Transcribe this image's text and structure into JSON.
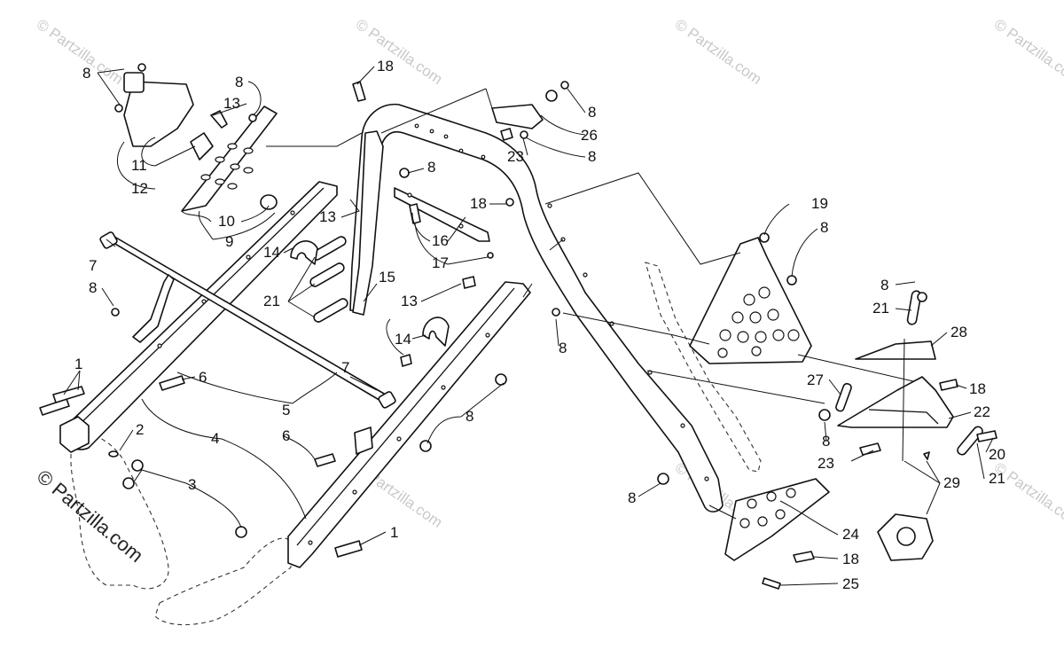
{
  "watermark": "© Partzilla.com",
  "copyright": "© Partzilla.com",
  "callouts": [
    {
      "id": "c8a",
      "text": "8"
    },
    {
      "id": "c8b",
      "text": "8"
    },
    {
      "id": "c13a",
      "text": "13"
    },
    {
      "id": "c11",
      "text": "11"
    },
    {
      "id": "c12",
      "text": "12"
    },
    {
      "id": "c10",
      "text": "10"
    },
    {
      "id": "c9",
      "text": "9"
    },
    {
      "id": "c18a",
      "text": "18"
    },
    {
      "id": "c8c",
      "text": "8"
    },
    {
      "id": "c26",
      "text": "26"
    },
    {
      "id": "c23a",
      "text": "23"
    },
    {
      "id": "c8d",
      "text": "8"
    },
    {
      "id": "c8e",
      "text": "8"
    },
    {
      "id": "c13b",
      "text": "13"
    },
    {
      "id": "c18b",
      "text": "18"
    },
    {
      "id": "c16",
      "text": "16"
    },
    {
      "id": "c17",
      "text": "17"
    },
    {
      "id": "c19",
      "text": "19"
    },
    {
      "id": "c8f",
      "text": "8"
    },
    {
      "id": "c7a",
      "text": "7"
    },
    {
      "id": "c8g",
      "text": "8"
    },
    {
      "id": "c14a",
      "text": "14"
    },
    {
      "id": "c21a",
      "text": "21"
    },
    {
      "id": "c15",
      "text": "15"
    },
    {
      "id": "c13c",
      "text": "13"
    },
    {
      "id": "c14b",
      "text": "14"
    },
    {
      "id": "c8h",
      "text": "8"
    },
    {
      "id": "c8i",
      "text": "8"
    },
    {
      "id": "c21b",
      "text": "21"
    },
    {
      "id": "c28",
      "text": "28"
    },
    {
      "id": "c1a",
      "text": "1"
    },
    {
      "id": "c6a",
      "text": "6"
    },
    {
      "id": "c7b",
      "text": "7"
    },
    {
      "id": "c5",
      "text": "5"
    },
    {
      "id": "c27",
      "text": "27"
    },
    {
      "id": "c18c",
      "text": "18"
    },
    {
      "id": "c22",
      "text": "22"
    },
    {
      "id": "c2",
      "text": "2"
    },
    {
      "id": "c4",
      "text": "4"
    },
    {
      "id": "c6b",
      "text": "6"
    },
    {
      "id": "c8j",
      "text": "8"
    },
    {
      "id": "c8k",
      "text": "8"
    },
    {
      "id": "c23b",
      "text": "23"
    },
    {
      "id": "c20",
      "text": "20"
    },
    {
      "id": "c21c",
      "text": "21"
    },
    {
      "id": "c3",
      "text": "3"
    },
    {
      "id": "c29",
      "text": "29"
    },
    {
      "id": "c8l",
      "text": "8"
    },
    {
      "id": "c24",
      "text": "24"
    },
    {
      "id": "c1b",
      "text": "1"
    },
    {
      "id": "c18d",
      "text": "18"
    },
    {
      "id": "c25",
      "text": "25"
    }
  ]
}
